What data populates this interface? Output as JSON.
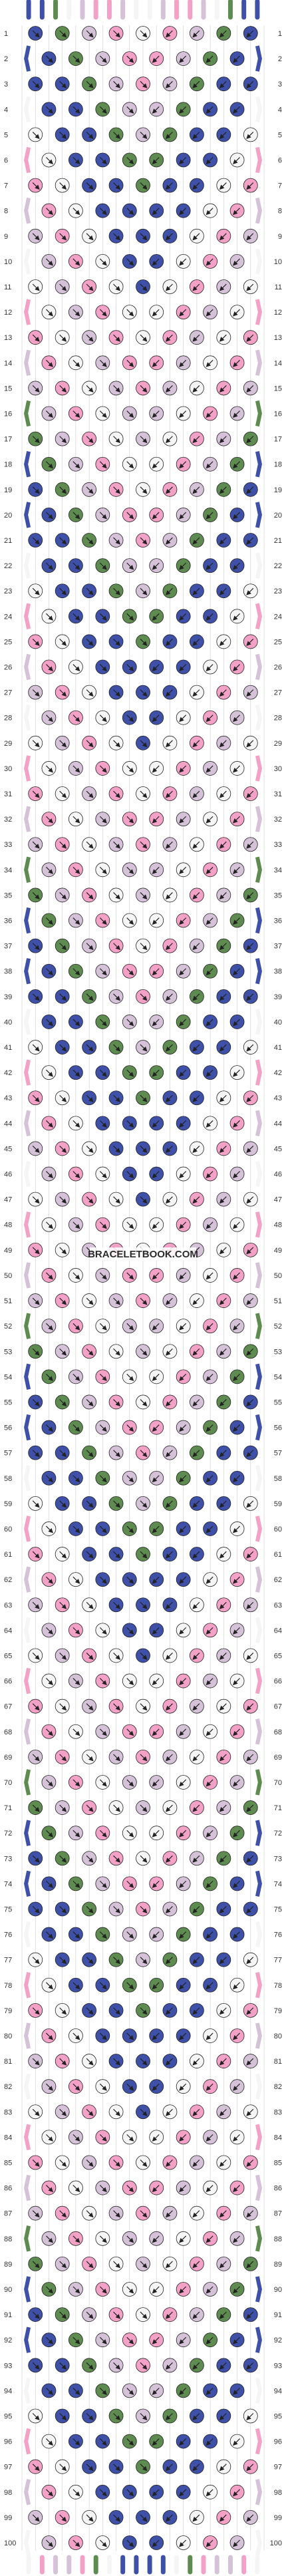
{
  "watermark": "BRACELETBOOK.COM",
  "colors": {
    "A": "#3e50a8",
    "B": "#f5f5f5",
    "C": "#5e8b4f",
    "D": "#f4a1c8",
    "E": "#d5c1d8",
    "string": "#cccccc"
  },
  "strings": [
    "A",
    "A",
    "C",
    "B",
    "E",
    "D",
    "D",
    "E",
    "B",
    "B",
    "E",
    "D",
    "D",
    "E",
    "B",
    "C",
    "A",
    "A"
  ],
  "row_count": 100,
  "row_labels": [
    "1",
    "2",
    "3",
    "4",
    "5",
    "6",
    "7",
    "8",
    "9",
    "10",
    "11",
    "12",
    "13",
    "14",
    "15",
    "16",
    "17",
    "18",
    "19",
    "20",
    "21",
    "22",
    "23",
    "24",
    "25",
    "26",
    "27",
    "28",
    "29",
    "30",
    "31",
    "32",
    "33",
    "34",
    "35",
    "36",
    "37",
    "38",
    "39",
    "40",
    "41",
    "42",
    "43",
    "44",
    "45",
    "46",
    "47",
    "48",
    "49",
    "50",
    "51",
    "52",
    "53",
    "54",
    "55",
    "56",
    "57",
    "58",
    "59",
    "60",
    "61",
    "62",
    "63",
    "64",
    "65",
    "66",
    "67",
    "68",
    "69",
    "70",
    "71",
    "72",
    "73",
    "74",
    "75",
    "76",
    "77",
    "78",
    "79",
    "80",
    "81",
    "82",
    "83",
    "84",
    "85",
    "86",
    "87",
    "88",
    "89",
    "90",
    "91",
    "92",
    "93",
    "94",
    "95",
    "96",
    "97",
    "98",
    "99",
    "100"
  ]
}
